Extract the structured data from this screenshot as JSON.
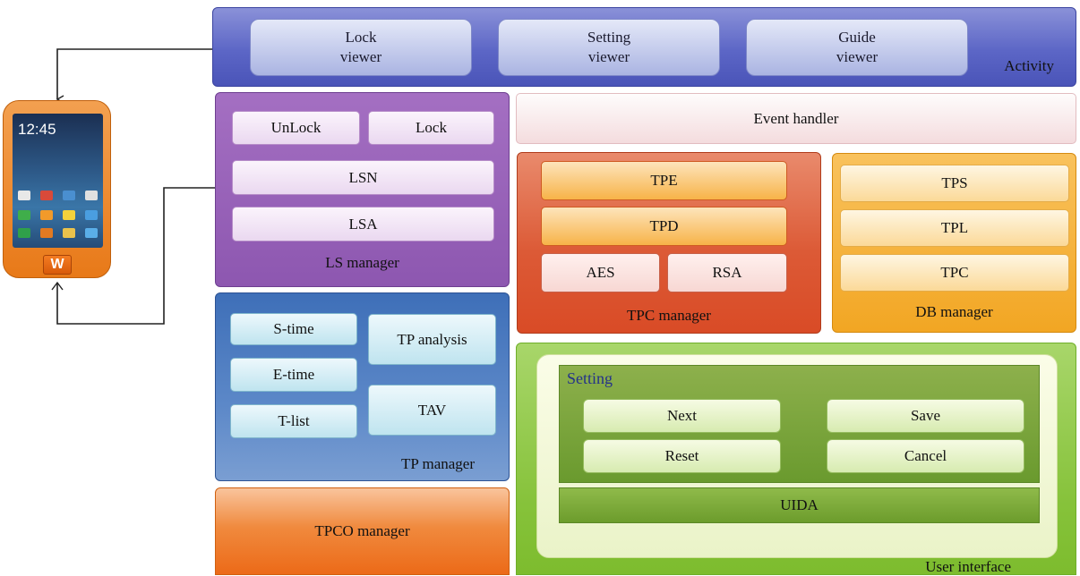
{
  "activity": {
    "viewers": [
      {
        "line1": "Lock",
        "line2": "viewer"
      },
      {
        "line1": "Setting",
        "line2": "viewer"
      },
      {
        "line1": "Guide",
        "line2": "viewer"
      }
    ],
    "label": "Activity"
  },
  "ls_manager": {
    "unlock": "UnLock",
    "lock": "Lock",
    "lsn": "LSN",
    "lsa": "LSA",
    "label": "LS manager"
  },
  "event_handler": "Event handler",
  "tpc_manager": {
    "tpe": "TPE",
    "tpd": "TPD",
    "aes": "AES",
    "rsa": "RSA",
    "label": "TPC manager"
  },
  "db_manager": {
    "tps": "TPS",
    "tpl": "TPL",
    "tpc": "TPC",
    "label": "DB manager"
  },
  "tp_manager": {
    "stime": "S-time",
    "etime": "E-time",
    "tlist": "T-list",
    "analysis": "TP analysis",
    "tav": "TAV",
    "label": "TP manager"
  },
  "tpco_manager": "TPCO manager",
  "user_interface": {
    "setting_title": "Setting",
    "next": "Next",
    "save": "Save",
    "reset": "Reset",
    "cancel": "Cancel",
    "uida": "UIDA",
    "label": "User interface"
  },
  "phone": {
    "time": "12:45",
    "logo": "W"
  },
  "colors": {
    "activity": "#5c66c6",
    "ls": "#8d57b0",
    "tpc": "#dc5a36",
    "db": "#f2a623",
    "tp": "#5c88c8",
    "tpco": "#ec6a18",
    "ui": "#86c23a"
  }
}
